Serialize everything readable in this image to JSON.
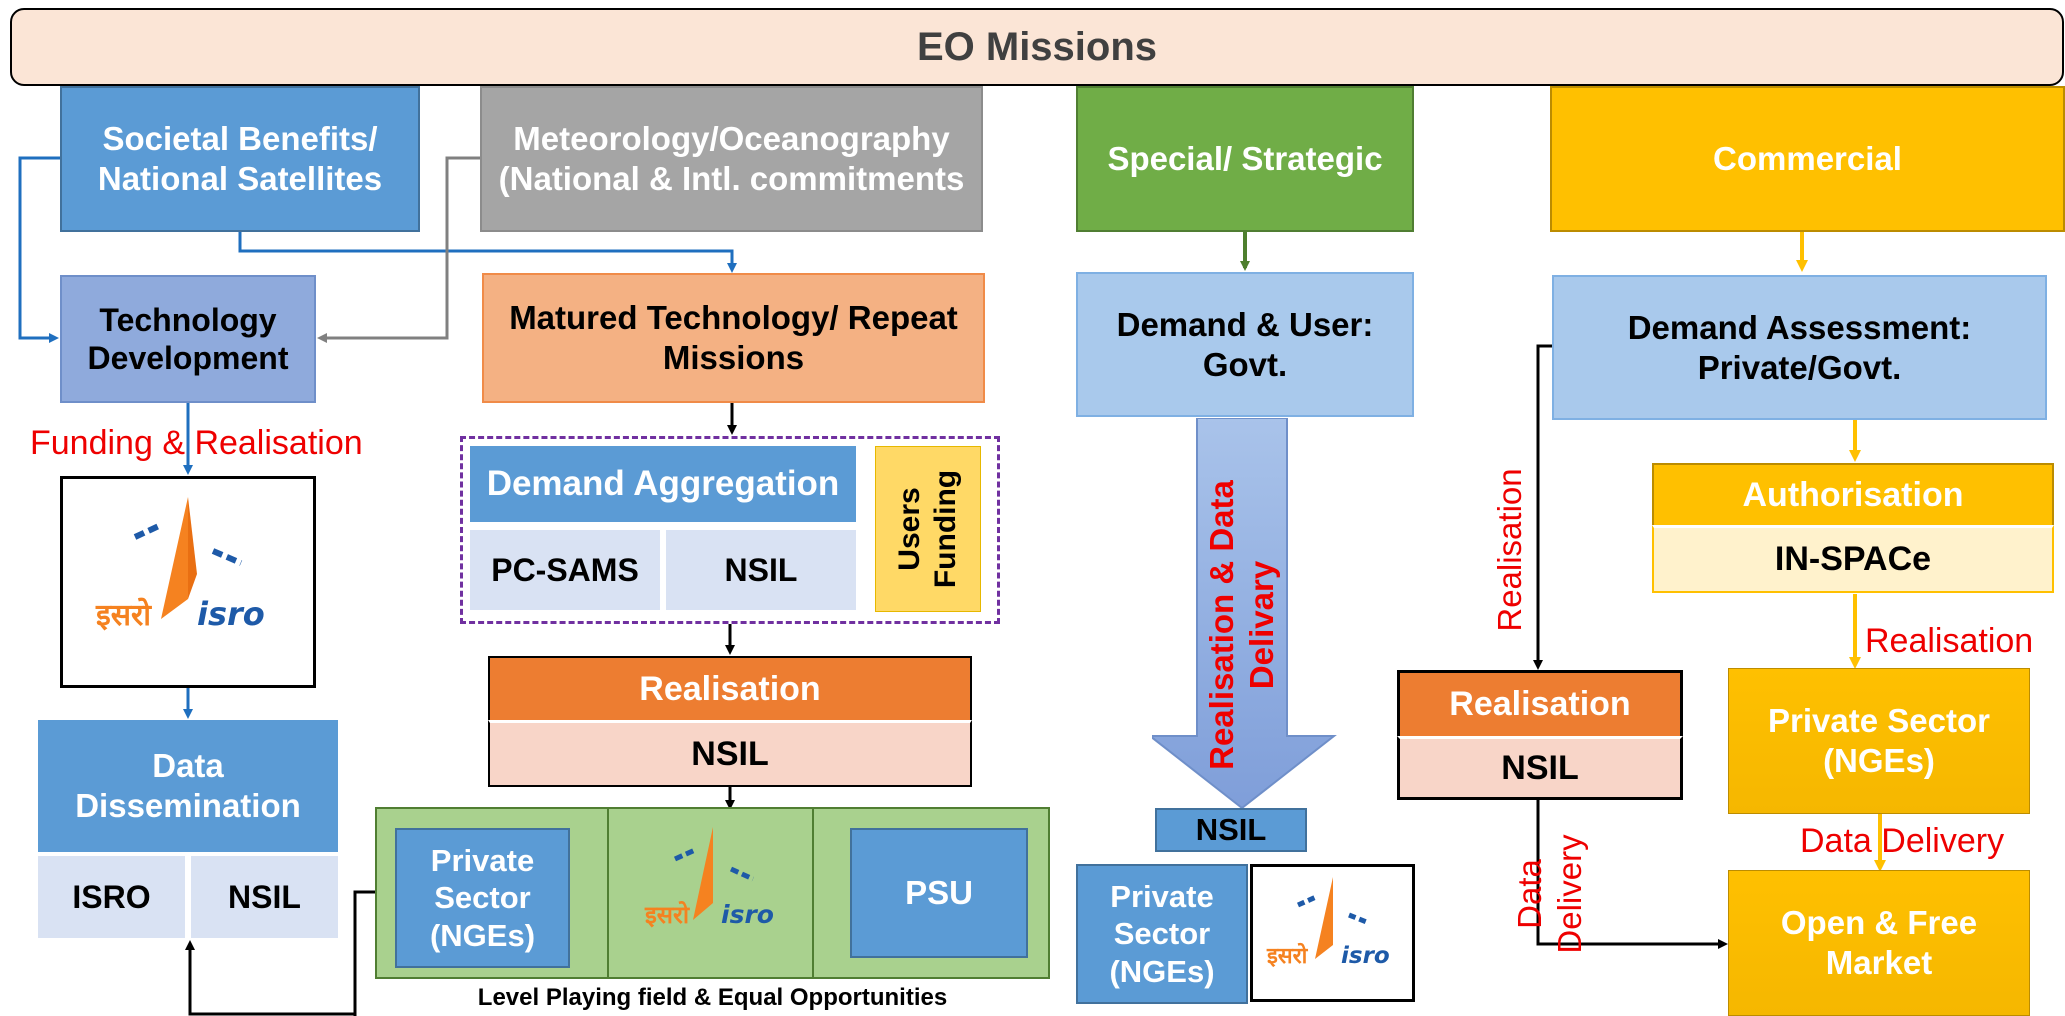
{
  "title": "EO Missions",
  "categories": {
    "societal": "Societal Benefits/\nNational Satellites",
    "meteo": "Meteorology/Oceanography\n(National & Intl. commitments",
    "special": "Special/ Strategic",
    "commercial": "Commercial"
  },
  "col1": {
    "tech_dev": "Technology\nDevelopment",
    "funding_label": "Funding & Realisation",
    "data_dissemination": "Data\nDissemination",
    "isro": "ISRO",
    "nsil": "NSIL"
  },
  "col2": {
    "matured": "Matured Technology/ Repeat\nMissions",
    "demand_aggregation": "Demand Aggregation",
    "pc_sams": "PC-SAMS",
    "nsil": "NSIL",
    "users_funding": "Users\nFunding",
    "realisation": "Realisation",
    "realisation_nsil": "NSIL",
    "private_sector": "Private\nSector\n(NGEs)",
    "psu": "PSU",
    "level_playing": "Level Playing field & Equal Opportunities"
  },
  "col3": {
    "demand_user": "Demand & User:\nGovt.",
    "arrow_label": "Realisation & Data\nDelivary",
    "nsil": "NSIL",
    "private_sector": "Private\nSector\n(NGEs)"
  },
  "col4": {
    "demand_assessment": "Demand Assessment:\nPrivate/Govt.",
    "authorisation": "Authorisation",
    "in_space": "IN-SPACe",
    "realisation_label_right": "Realisation",
    "realisation_label_left": "Realisation",
    "private_sector": "Private Sector\n(NGEs)",
    "data_delivery": "Data Delivery",
    "data_delivery_vertical": "Data Delivery",
    "open_market": "Open & Free\nMarket",
    "realisation": "Realisation",
    "realisation_nsil": "NSIL"
  },
  "logo": {
    "hindi": "इसरो",
    "english": "isro"
  },
  "colors": {
    "title_bg": "#fbe5d6",
    "blue": "#5b9bd5",
    "gray": "#a5a5a5",
    "green": "#70ad47",
    "gold": "#ffc000",
    "salmon": "#f4b183",
    "orange": "#ed7d31",
    "pink": "#f8d5c8",
    "light_blue": "#a9c9ec",
    "lavender": "#8faadc",
    "pale_blue": "#d9e2f3",
    "red_text": "#ee0000"
  }
}
